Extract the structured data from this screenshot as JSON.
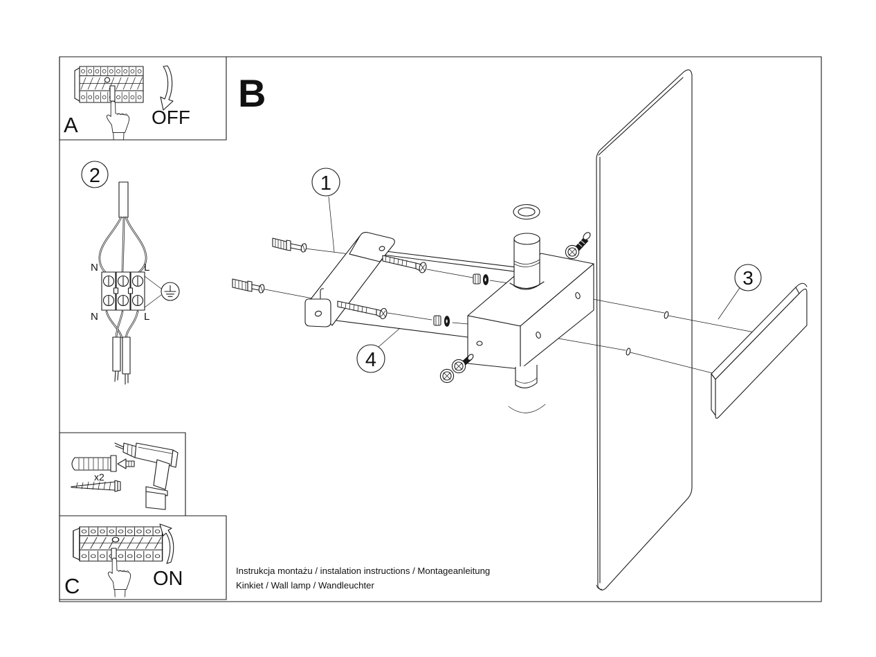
{
  "sheet": {
    "footer_line1": "Instrukcja montażu / instalation instructions / Montageanleitung",
    "footer_line2": "Kinkiet / Wall lamp / Wandleuchter"
  },
  "panels": {
    "a": {
      "label": "A",
      "action": "OFF"
    },
    "b": {
      "label": "B"
    },
    "c": {
      "label": "C",
      "action": "ON"
    }
  },
  "wiring_detail": {
    "callout": "2",
    "terminals": {
      "top_left": "N",
      "top_right": "L",
      "bottom_left": "N",
      "bottom_right": "L"
    }
  },
  "tools_panel": {
    "quantity": "x2"
  },
  "callouts": {
    "bracket": "1",
    "cover": "3",
    "housing_plate": "4"
  },
  "colors": {
    "line": "#1a1a1a",
    "background": "#ffffff"
  }
}
